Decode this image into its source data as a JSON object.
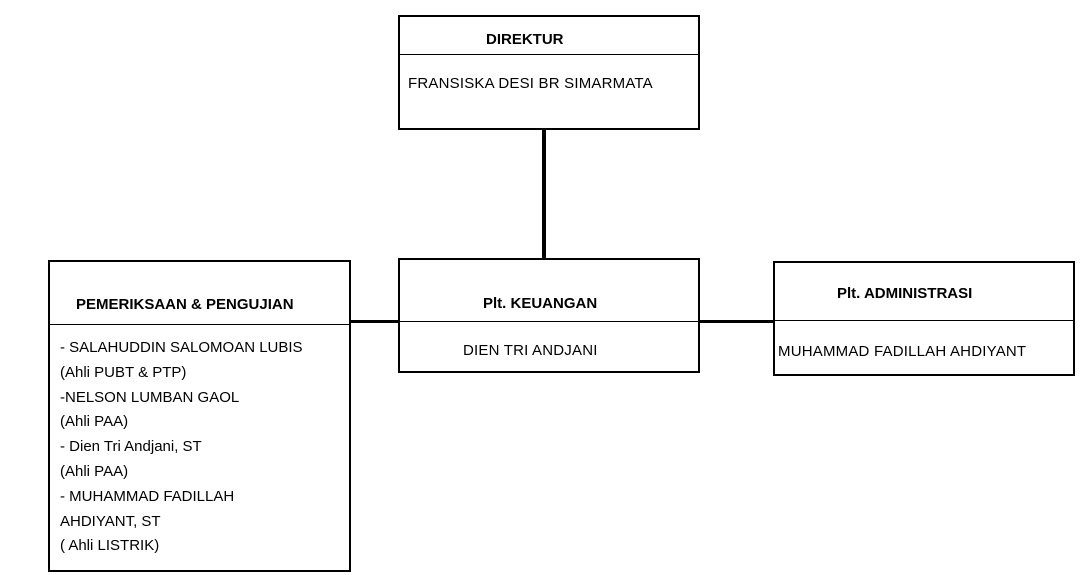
{
  "director": {
    "title": "DIREKTUR",
    "name": "FRANSISKA DESI BR SIMARMATA"
  },
  "finance": {
    "title": "Plt. KEUANGAN",
    "name": "DIEN TRI ANDJANI"
  },
  "administration": {
    "title": "Plt. ADMINISTRASI",
    "name": "MUHAMMAD FADILLAH AHDIYANT"
  },
  "inspection": {
    "title": "PEMERIKSAAN & PENGUJIAN",
    "lines": [
      "- SALAHUDDIN SALOMOAN LUBIS",
      " (Ahli PUBT & PTP)",
      "-NELSON LUMBAN GAOL",
      "  (Ahli PAA)",
      "- Dien Tri Andjani, ST",
      "  (Ahli PAA)",
      "- MUHAMMAD FADILLAH",
      " AHDIYANT, ST",
      "  ( Ahli LISTRIK)"
    ]
  }
}
